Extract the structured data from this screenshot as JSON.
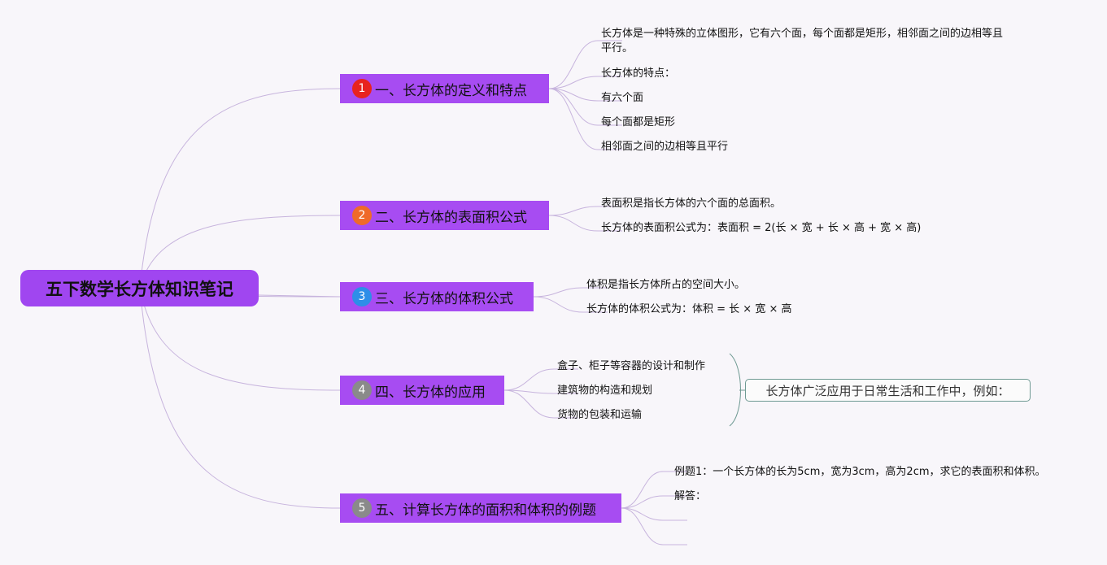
{
  "root": {
    "label": "五下数学长方体知识笔记"
  },
  "colors": {
    "node": "#a74cf2",
    "root": "#a046f0",
    "link": "#c7b4dd",
    "bracket": "#6f9a93"
  },
  "branches": [
    {
      "badge": "1",
      "badge_color": "#e8231f",
      "label": "一、长方体的定义和特点",
      "children": [
        "长方体是一种特殊的立体图形，它有六个面，每个面都是矩形，相邻面之间的边相等且平行。",
        "长方体的特点：",
        "有六个面",
        "每个面都是矩形",
        "相邻面之间的边相等且平行"
      ]
    },
    {
      "badge": "2",
      "badge_color": "#ef6a2a",
      "label": "二、长方体的表面积公式",
      "children": [
        "表面积是指长方体的六个面的总面积。",
        "长方体的表面积公式为：表面积 = 2(长 × 宽 + 长 × 高 + 宽 × 高)"
      ]
    },
    {
      "badge": "3",
      "badge_color": "#2e8ee8",
      "label": "三、长方体的体积公式",
      "children": [
        "体积是指长方体所占的空间大小。",
        "长方体的体积公式为：体积 = 长 × 宽 × 高"
      ]
    },
    {
      "badge": "4",
      "badge_color": "#8a8a8a",
      "label": "四、长方体的应用",
      "children": [
        "盒子、柜子等容器的设计和制作",
        "建筑物的构造和规划",
        "货物的包装和运输"
      ],
      "summary": "长方体广泛应用于日常生活和工作中，例如："
    },
    {
      "badge": "5",
      "badge_color": "#8a8a8a",
      "label": "五、计算长方体的面积和体积的例题",
      "children": [
        "例题1：一个长方体的长为5cm，宽为3cm，高为2cm，求它的表面积和体积。",
        "解答：",
        "",
        ""
      ]
    }
  ]
}
